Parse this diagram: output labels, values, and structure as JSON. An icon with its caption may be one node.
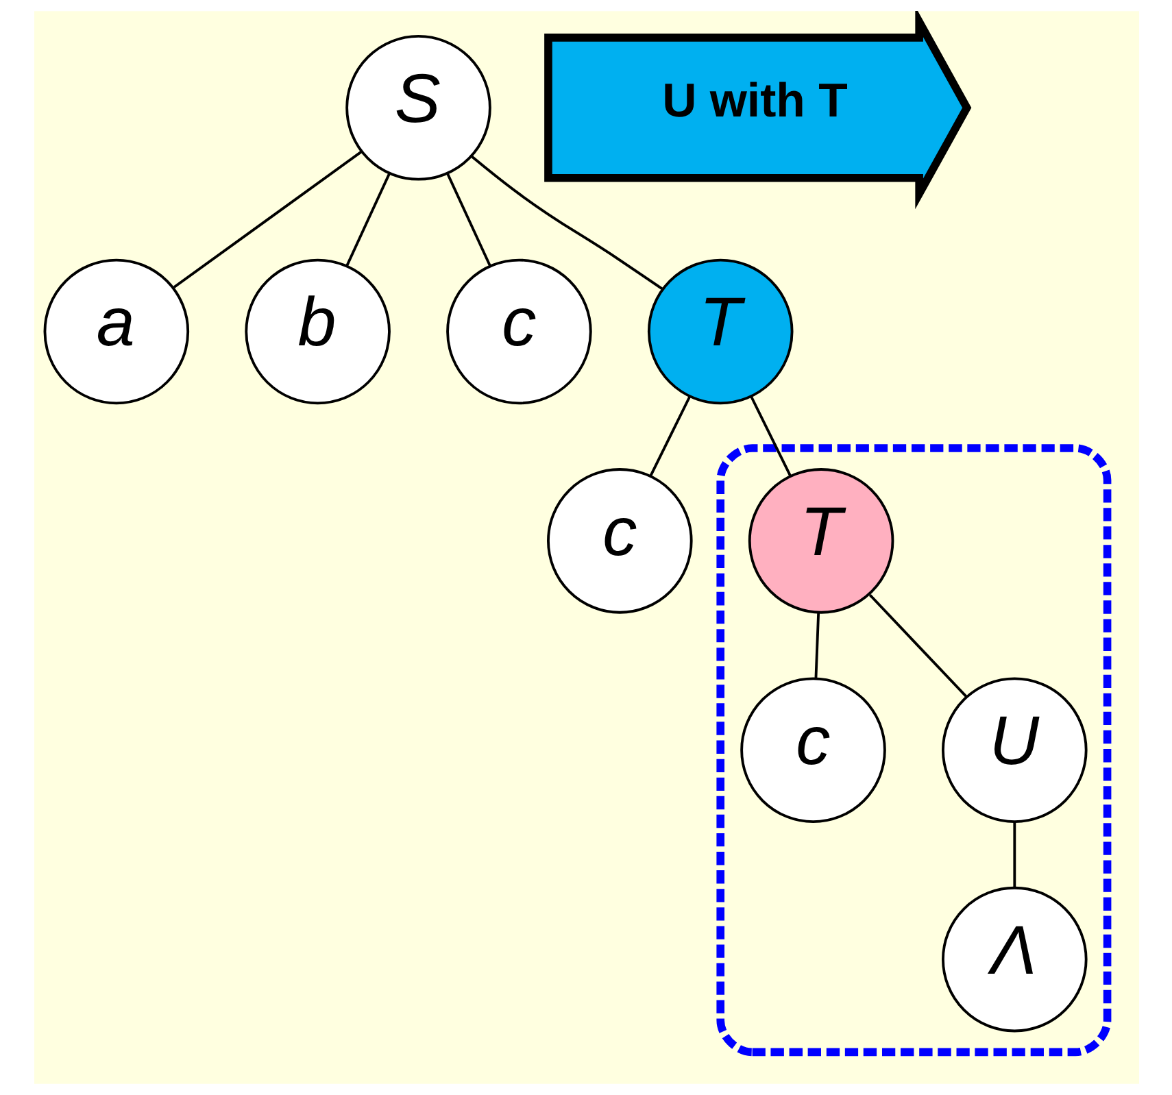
{
  "diagram": {
    "nodes": [
      {
        "text": [
          "S"
        ]
      },
      {
        "text": [
          "a"
        ]
      },
      {
        "text": [
          "b"
        ]
      },
      {
        "text": [
          "c"
        ]
      },
      {
        "text": [
          "T"
        ]
      },
      {
        "text": [
          "c"
        ]
      },
      {
        "text": [],
        "shape": "box"
      },
      {
        "text": [
          "T"
        ],
        "in": 6
      },
      {
        "text": [
          "c"
        ],
        "in": 6
      },
      {
        "text": [
          "U"
        ],
        "in": 6
      },
      {
        "text": [
          "Λ"
        ],
        "in": 6
      },
      {
        "text": [
          "U with T"
        ]
      }
    ],
    "edges": [
      {
        "from": 0,
        "to": 1,
        "arrow": "none"
      },
      {
        "from": 0,
        "to": 2,
        "arrow": "none"
      },
      {
        "from": 0,
        "to": 3,
        "arrow": "none"
      },
      {
        "from": 0,
        "to": 4,
        "arrow": "none"
      },
      {
        "from": 4,
        "to": 5,
        "arrow": "none"
      },
      {
        "from": 4,
        "to": 7,
        "arrow": "none"
      },
      {
        "from": 7,
        "to": 8,
        "arrow": "none"
      },
      {
        "from": 7,
        "to": 9,
        "arrow": "none"
      },
      {
        "from": 9,
        "to": 10,
        "arrow": "none"
      }
    ]
  }
}
